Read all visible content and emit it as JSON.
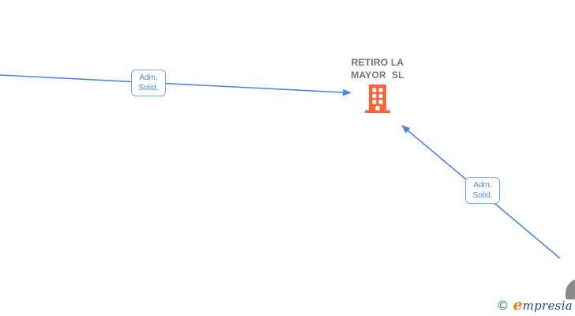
{
  "diagram": {
    "node": {
      "name_line1": "RETIRO LA",
      "name_line2": "MAYOR  SL",
      "icon": "building-icon"
    },
    "edges": [
      {
        "line1": "Adm.",
        "line2": "Solid."
      },
      {
        "line1": "Adm.",
        "line2": "Solid."
      }
    ]
  },
  "watermark": {
    "copyright": "©",
    "brand_first_letter": "e",
    "brand_rest": "mpresia"
  },
  "colors": {
    "background": "#ffffff",
    "edge_blue": "#4d87e2",
    "box_border_blue": "#7aa6ec",
    "label_blue": "#4d87e2",
    "node_text_gray": "#757575",
    "building_orange": "#f7653d",
    "silhouette_gray": "#8b8b8b",
    "watermark_teal": "#2b7d92",
    "watermark_orange": "#ee7b23",
    "watermark_navy": "#27436e"
  }
}
